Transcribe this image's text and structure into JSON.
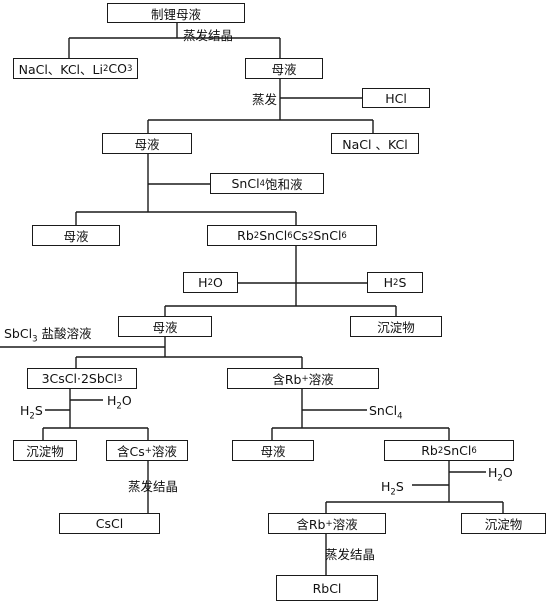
{
  "nodes": {
    "mother_liquor_li": "制锂母液",
    "nacl_kcl_li2co3": "NaCl、KCl、Li₂CO₃",
    "mother_liquor_1": "母液",
    "hcl": "HCl",
    "mother_liquor_2": "母液",
    "nacl_kcl": "NaCl 、KCl",
    "sncl4_saturated": "SnCl₄饱和液",
    "mother_liquor_3": "母液",
    "rb2sncl6_cs2sncl6": "Rb₂SnCl₆    Cs₂SnCl₆",
    "h2o_1": "H₂O",
    "h2s_1": "H₂S",
    "mother_liquor_4": "母液",
    "precipitate_1": "沉淀物",
    "cscl_sbcl3_complex": "3CsCl·2SbCl₃",
    "rb_solution_1": "含Rb⁺溶液",
    "precipitate_2": "沉淀物",
    "cs_solution": "含Cs⁺溶液",
    "mother_liquor_5": "母液",
    "rb2sncl6": "Rb₂SnCl₆",
    "cscl": "CsCl",
    "rb_solution_2": "含Rb⁺溶液",
    "precipitate_3": "沉淀物",
    "rbcl": "RbCl"
  },
  "labels": {
    "evaporate_crystallize_1": "蒸发结晶",
    "evaporate": "蒸发",
    "sbcl3_hcl_solution": "SbCl₃ 盐酸溶液",
    "h2s_2": "H₂S",
    "h2o_2": "H₂O",
    "sncl4": "SnCl₄",
    "evaporate_crystallize_2": "蒸发结晶",
    "h2o_3": "H₂O",
    "h2s_3": "H₂S",
    "evaporate_crystallize_3": "蒸发结晶"
  }
}
